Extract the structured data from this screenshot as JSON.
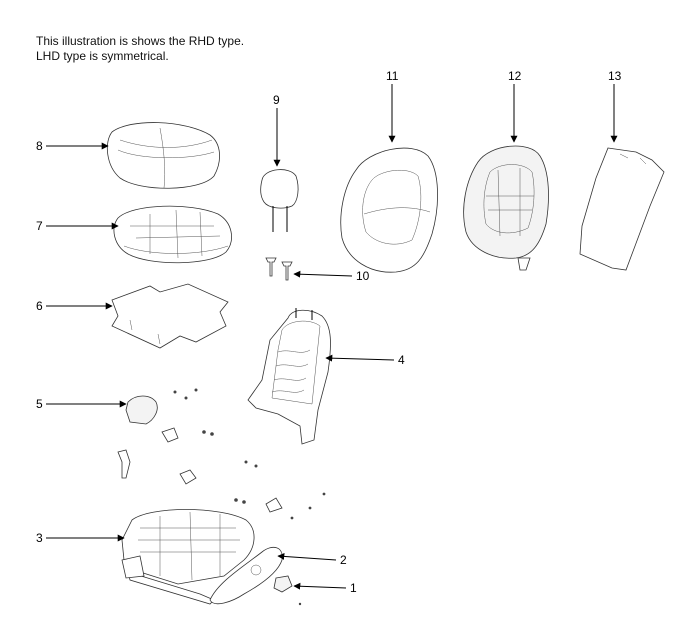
{
  "note": {
    "line1": "This illustration is shows the RHD type.",
    "line2": "LHD type is symmetrical."
  },
  "callouts": [
    "1",
    "2",
    "3",
    "4",
    "5",
    "6",
    "7",
    "8",
    "9",
    "10",
    "11",
    "12",
    "13"
  ],
  "colors": {
    "line": "#000000",
    "part_stroke": "#333333"
  }
}
